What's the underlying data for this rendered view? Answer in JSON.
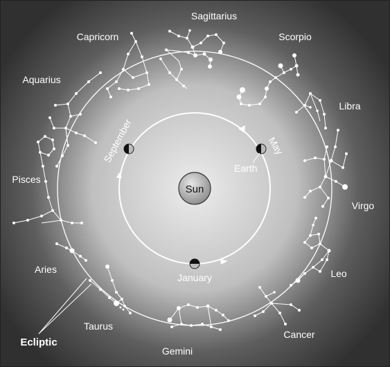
{
  "colors": {
    "background_center": "#e6e6e6",
    "background_edge": "#3a3a3a",
    "lines": "#ffffff",
    "sun": "#bdbdbd"
  },
  "sun_label": "Sun",
  "earth_label": "Earth",
  "ecliptic_label": "Ecliptic",
  "months": {
    "may": "May",
    "september": "September",
    "january": "January"
  },
  "constellations": {
    "sagittarius": "Sagittarius",
    "scorpio": "Scorpio",
    "libra": "Libra",
    "virgo": "Virgo",
    "leo": "Leo",
    "cancer": "Cancer",
    "gemini": "Gemini",
    "taurus": "Taurus",
    "aries": "Aries",
    "pisces": "Pisces",
    "aquarius": "Aquarius",
    "capricorn": "Capricorn"
  },
  "icons": {
    "earth": "half-shaded-circle",
    "sun": "gradient-circle",
    "orbit_arrow": "arrowhead"
  }
}
